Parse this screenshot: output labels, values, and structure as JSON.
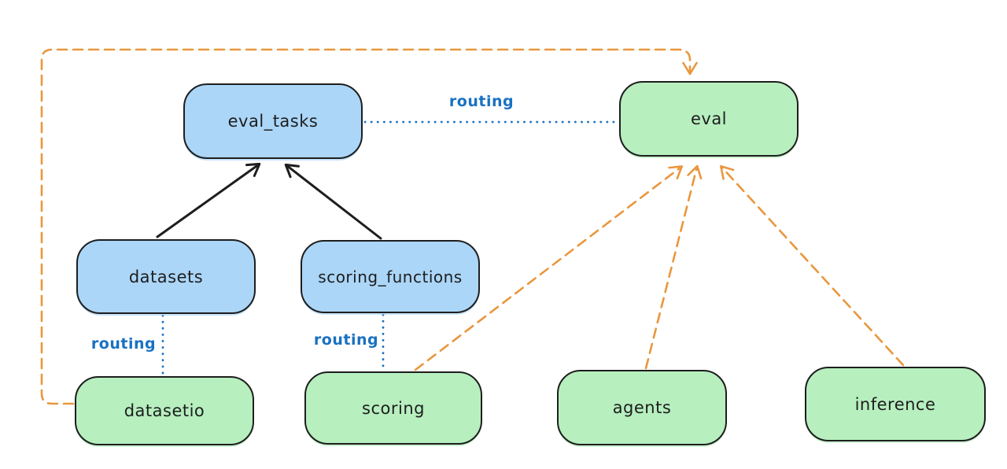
{
  "diagram": {
    "nodes": {
      "eval_tasks": {
        "label": "eval_tasks",
        "fill": "#abd6f8"
      },
      "eval": {
        "label": "eval",
        "fill": "#b7efbf"
      },
      "datasets": {
        "label": "datasets",
        "fill": "#abd6f8"
      },
      "scoring_functions": {
        "label": "scoring_functions",
        "fill": "#abd6f8"
      },
      "datasetio": {
        "label": "datasetio",
        "fill": "#b7efbf"
      },
      "scoring": {
        "label": "scoring",
        "fill": "#b7efbf"
      },
      "agents": {
        "label": "agents",
        "fill": "#b7efbf"
      },
      "inference": {
        "label": "inference",
        "fill": "#b7efbf"
      }
    },
    "edge_labels": {
      "eval_tasks_to_eval": "routing",
      "datasets_to_datasetio": "routing",
      "scoring_functions_to_scoring": "routing"
    },
    "edges": [
      {
        "from": "datasets",
        "to": "eval_tasks",
        "style": "solid-black-arrow"
      },
      {
        "from": "scoring_functions",
        "to": "eval_tasks",
        "style": "solid-black-arrow"
      },
      {
        "from": "eval_tasks",
        "to": "eval",
        "style": "dotted-blue",
        "label": "routing"
      },
      {
        "from": "datasets",
        "to": "datasetio",
        "style": "dotted-blue",
        "label": "routing"
      },
      {
        "from": "scoring_functions",
        "to": "scoring",
        "style": "dotted-blue",
        "label": "routing"
      },
      {
        "from": "datasetio",
        "to": "eval",
        "style": "dashed-orange-arrow"
      },
      {
        "from": "scoring",
        "to": "eval",
        "style": "dashed-orange-arrow"
      },
      {
        "from": "agents",
        "to": "eval",
        "style": "dashed-orange-arrow"
      },
      {
        "from": "inference",
        "to": "eval",
        "style": "dashed-orange-arrow"
      }
    ],
    "colors": {
      "node_stroke": "#1e1e1e",
      "blue_node_fill": "#abd6f8",
      "green_node_fill": "#b7efbf",
      "routing_blue": "#1971c2",
      "dependency_orange": "#e9973e",
      "solid_arrow_black": "#1e1e1e",
      "background": "#ffffff"
    }
  }
}
